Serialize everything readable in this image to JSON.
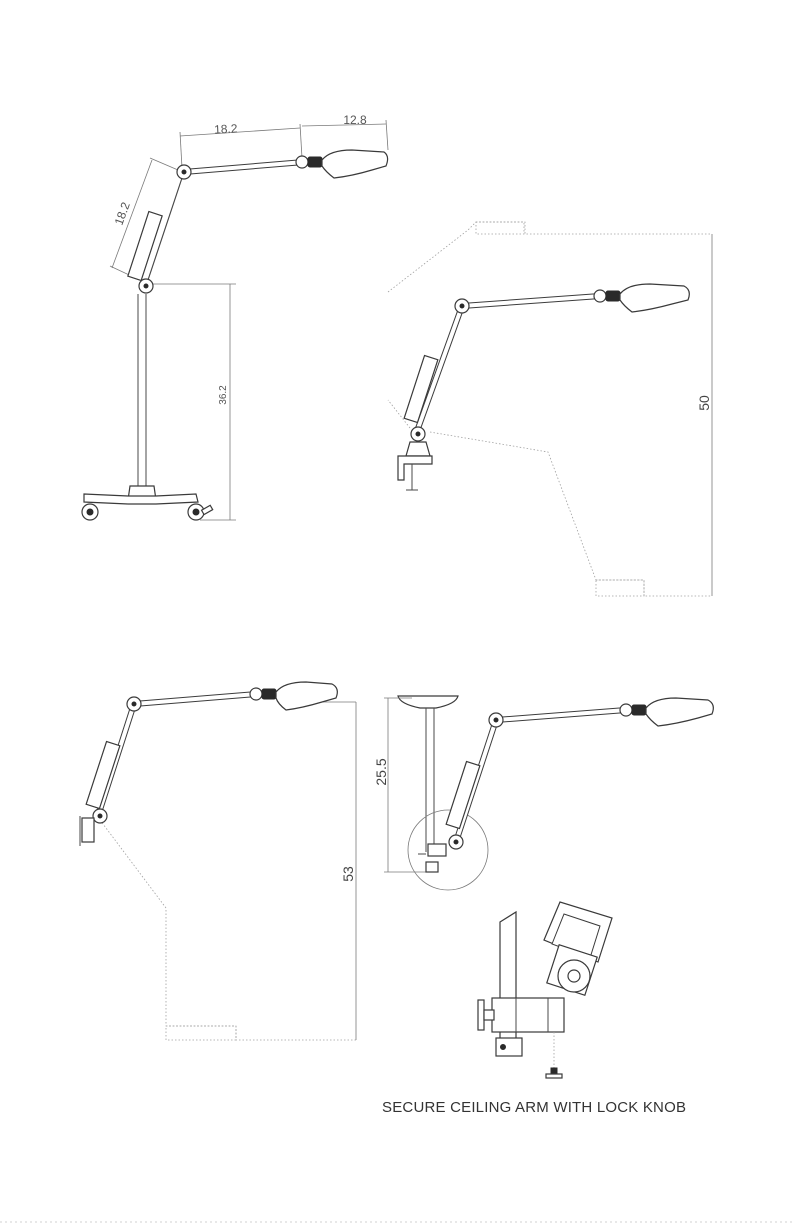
{
  "dimensions": {
    "floor_arm_upper": "18.2",
    "floor_arm_head": "12.8",
    "floor_arm_lower": "18.2",
    "floor_pole_height": "36.2",
    "clamp_reach": "50",
    "wall_reach": "53",
    "ceiling_drop": "25.5"
  },
  "caption": "SECURE CEILING ARM WITH LOCK KNOB"
}
